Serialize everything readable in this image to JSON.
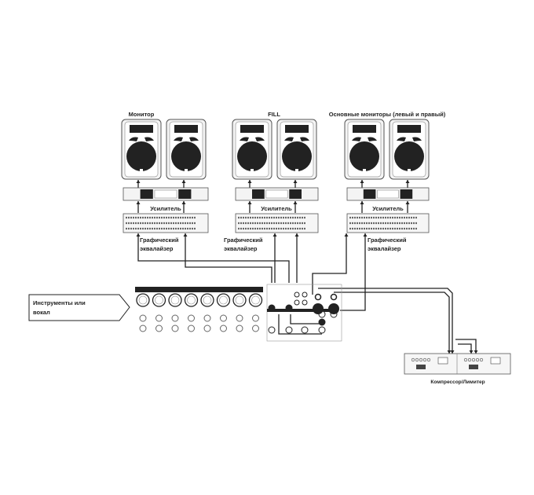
{
  "groups": [
    {
      "title": "Монитор",
      "amp_label": "Усилитель",
      "eq_label_1": "Графический",
      "eq_label_2": "эквалайзер"
    },
    {
      "title": "FILL",
      "amp_label": "Усилитель",
      "eq_label_1": "Графический",
      "eq_label_2": "эквалайзер"
    },
    {
      "title": "Основные мониторы (левый и правый)",
      "amp_label": "Усилитель",
      "eq_label_1": "Графический",
      "eq_label_2": "эквалайзер"
    }
  ],
  "input": {
    "line1": "Инструменты или",
    "line2": "вокал"
  },
  "compressor": {
    "label": "Компрессор/Лимитер"
  },
  "colors": {
    "ink": "#222222",
    "background": "#ffffff",
    "panel": "#f2f2f2"
  }
}
